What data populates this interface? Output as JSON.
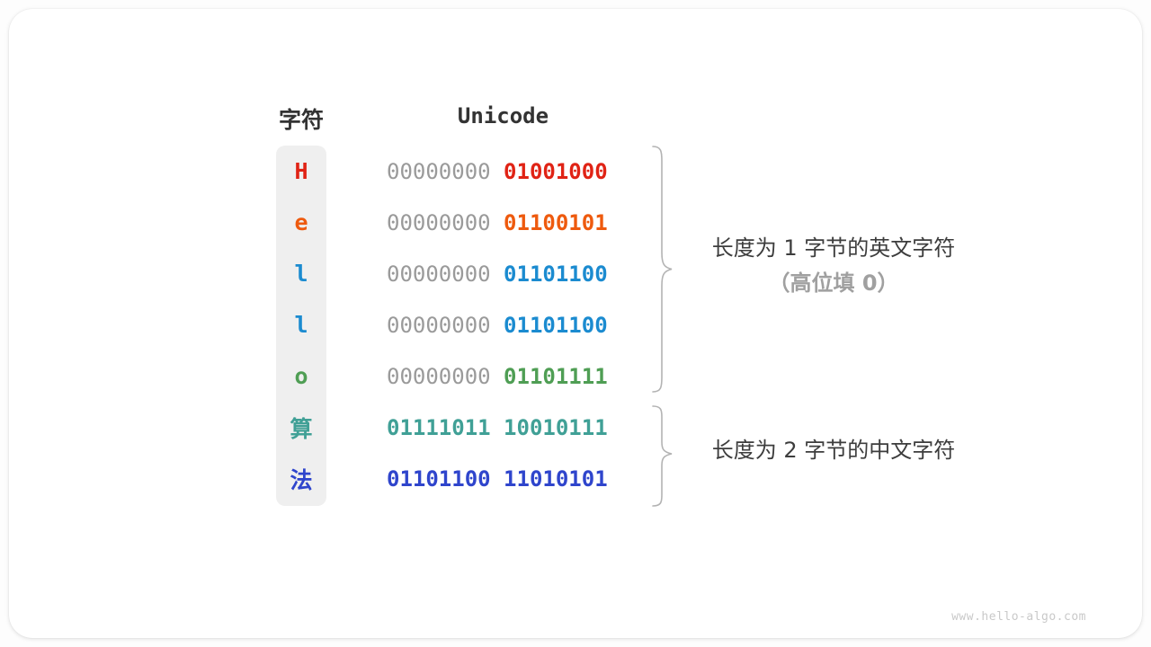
{
  "page": {
    "watermark": "www.hello-algo.com"
  },
  "colors": {
    "dim_byte": "#9a9a9a",
    "red": "#e02315",
    "orange": "#ee5a0e",
    "blue": "#1b8bd0",
    "green": "#4f9e54",
    "teal": "#40a096",
    "indigo": "#2f45cc"
  },
  "table": {
    "col_char_header": "字符",
    "col_unicode_header": "Unicode",
    "rows": [
      {
        "char": "H",
        "char_color": "#e02315",
        "byte1": "00000000",
        "byte1_color": "#9a9a9a",
        "byte1_weight": "400",
        "byte2": "01001000",
        "byte2_color": "#e02315"
      },
      {
        "char": "e",
        "char_color": "#ee5a0e",
        "byte1": "00000000",
        "byte1_color": "#9a9a9a",
        "byte1_weight": "400",
        "byte2": "01100101",
        "byte2_color": "#ee5a0e"
      },
      {
        "char": "l",
        "char_color": "#1b8bd0",
        "byte1": "00000000",
        "byte1_color": "#9a9a9a",
        "byte1_weight": "400",
        "byte2": "01101100",
        "byte2_color": "#1b8bd0"
      },
      {
        "char": "l",
        "char_color": "#1b8bd0",
        "byte1": "00000000",
        "byte1_color": "#9a9a9a",
        "byte1_weight": "400",
        "byte2": "01101100",
        "byte2_color": "#1b8bd0"
      },
      {
        "char": "o",
        "char_color": "#4f9e54",
        "byte1": "00000000",
        "byte1_color": "#9a9a9a",
        "byte1_weight": "400",
        "byte2": "01101111",
        "byte2_color": "#4f9e54"
      },
      {
        "char": "算",
        "char_color": "#40a096",
        "byte1": "01111011",
        "byte1_color": "#40a096",
        "byte1_weight": "700",
        "byte2": "10010111",
        "byte2_color": "#40a096"
      },
      {
        "char": "法",
        "char_color": "#2f45cc",
        "byte1": "01101100",
        "byte1_color": "#2f45cc",
        "byte1_weight": "700",
        "byte2": "11010101",
        "byte2_color": "#2f45cc"
      }
    ]
  },
  "annotations": {
    "group1_line1": "长度为 1 字节的英文字符",
    "group1_line2": "（高位填 0）",
    "group2": "长度为 2 字节的中文字符"
  }
}
